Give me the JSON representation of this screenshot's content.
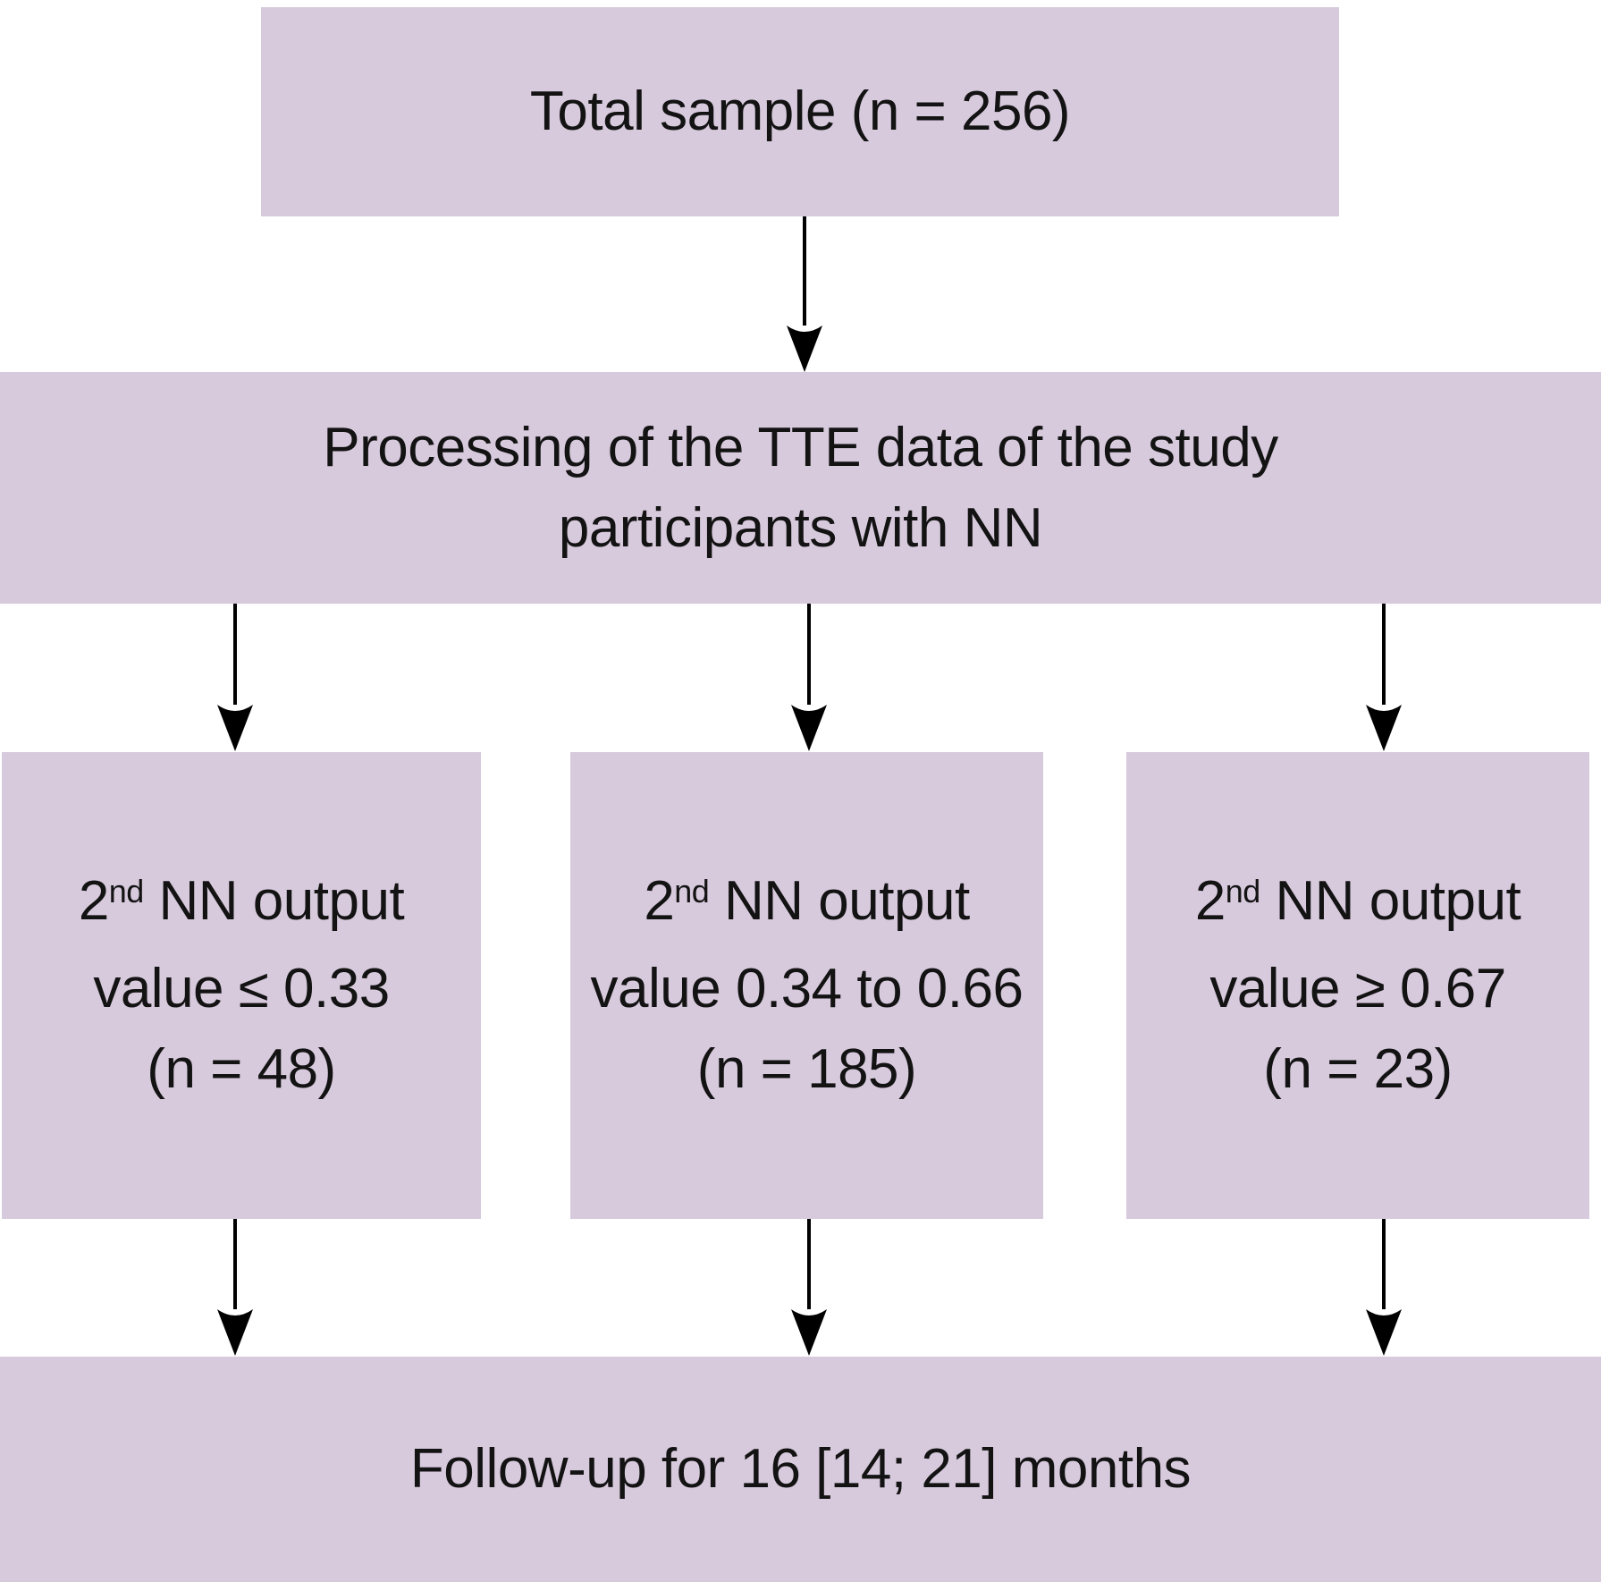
{
  "colors": {
    "box_fill": "#d8cadd",
    "text": "#131313",
    "arrow": "#000000",
    "background": "#ffffff"
  },
  "flowchart": {
    "total_box": {
      "label": "Total sample (n = 256)"
    },
    "processing_box": {
      "line1": "Processing of the TTE data of the study",
      "line2": "participants with NN"
    },
    "branches": [
      {
        "ordinal_base": "2",
        "ordinal_sup": "nd",
        "line1_rest": " NN output",
        "line2": "value ≤ 0.33",
        "line3": "(n = 48)"
      },
      {
        "ordinal_base": "2",
        "ordinal_sup": "nd",
        "line1_rest": " NN output",
        "line2": "value 0.34 to 0.66",
        "line3": "(n = 185)"
      },
      {
        "ordinal_base": "2",
        "ordinal_sup": "nd",
        "line1_rest": " NN output",
        "line2": "value ≥ 0.67",
        "line3": "(n = 23)"
      }
    ],
    "followup_box": {
      "label": "Follow-up for 16 [14; 21] months"
    }
  }
}
